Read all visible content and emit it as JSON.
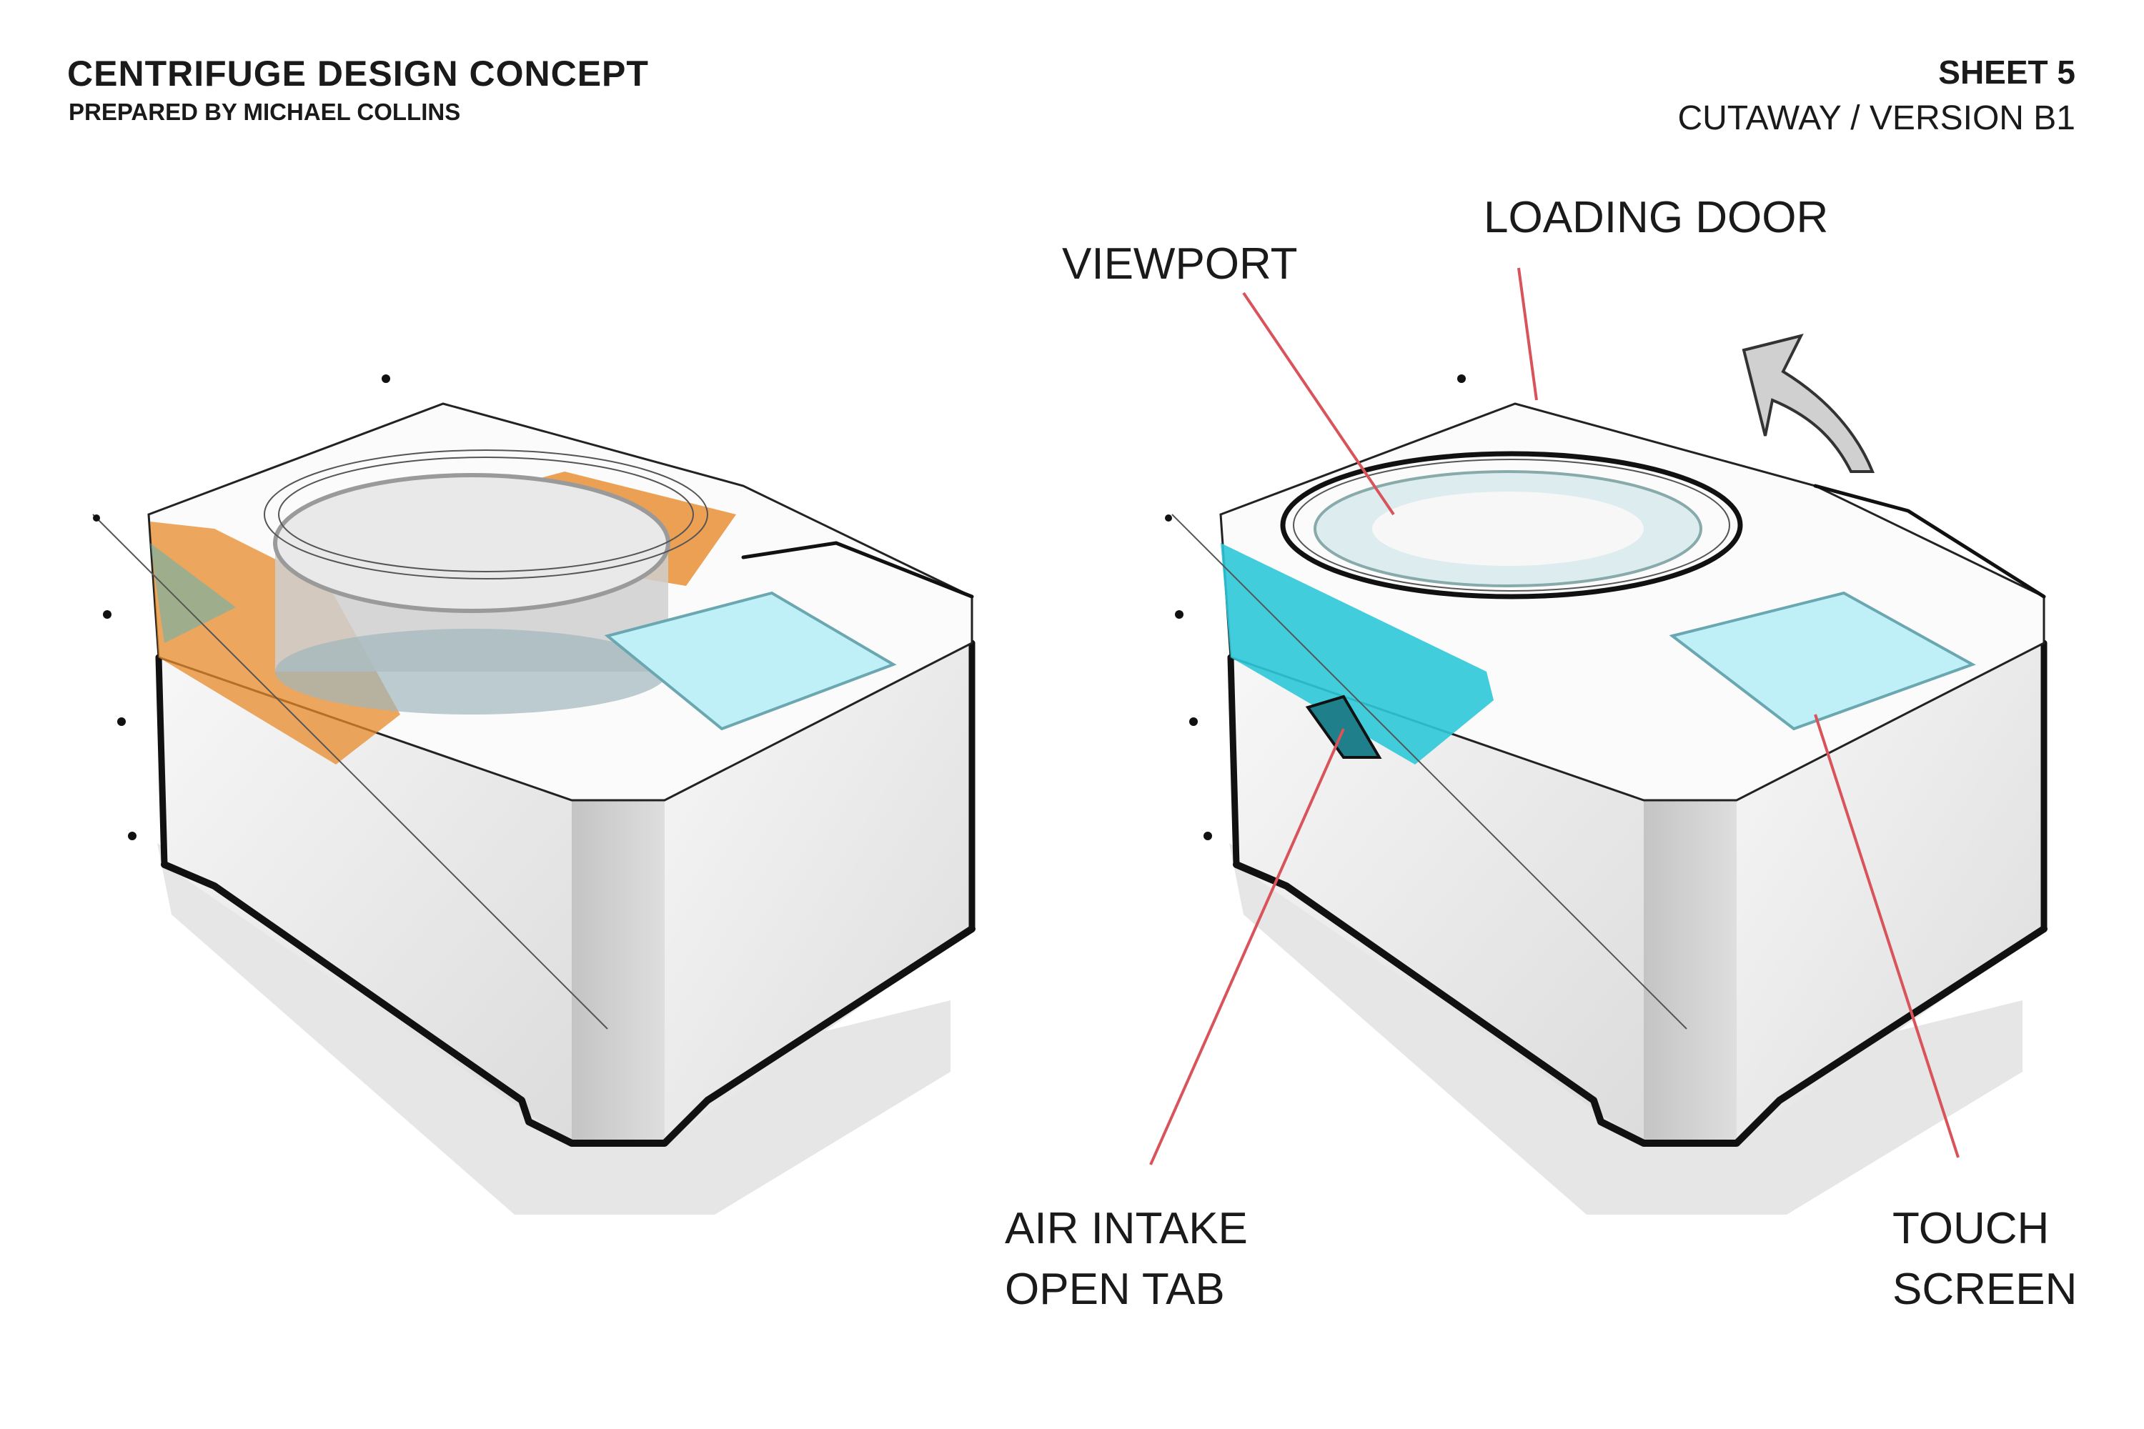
{
  "header": {
    "title": "CENTRIFUGE DESIGN CONCEPT",
    "prepared_by": "PREPARED BY MICHAEL COLLINS",
    "sheet": "SHEET 5",
    "version": "CUTAWAY / VERSION B1"
  },
  "callouts": {
    "viewport": "VIEWPORT",
    "loading_door": "LOADING DOOR",
    "air_intake_line1": "AIR INTAKE",
    "air_intake_line2": "OPEN TAB",
    "touch_screen_line1": "TOUCH",
    "touch_screen_line2": "SCREEN"
  },
  "colors": {
    "cutaway_accent": "#e8892a",
    "body_accent": "#2ec8d8",
    "screen": "#bff0f8",
    "leader_line": "#d9535b",
    "shadow": "#e6e6e6",
    "body": "#f3f3f3"
  }
}
